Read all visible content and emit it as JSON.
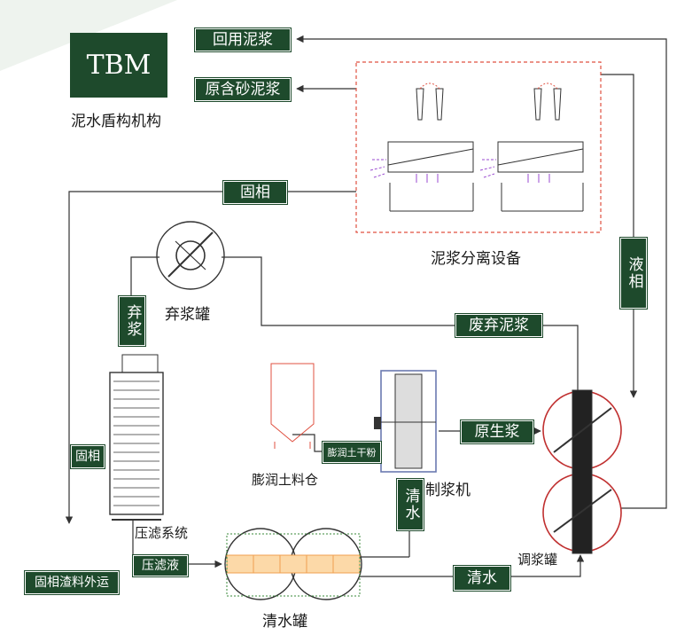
{
  "tbm": {
    "title": "TBM",
    "caption": "泥水盾构机构"
  },
  "labels": {
    "recycled_slurry": "回用泥浆",
    "raw_sandy_slurry": "原含砂泥浆",
    "solid_phase_top": "固相",
    "liquid_phase": "液相",
    "waste_slurry": "废弃泥浆",
    "discard_slurry": "弃浆",
    "raw_slurry": "原生浆",
    "bentonite_powder": "膨润土干粉",
    "clear_water_mixer": "清水",
    "solid_phase_left": "固相",
    "filtrate": "压滤液",
    "clear_water_bottom": "清水",
    "solid_waste_out": "固相渣料外运"
  },
  "captions": {
    "separation_equipment": "泥浆分离设备",
    "discard_tank": "弃浆罐",
    "bentonite_silo": "膨润土料仓",
    "slurry_maker": "制浆机",
    "filter_press": "压滤系统",
    "clear_water_tank": "清水罐",
    "mixing_tank": "调浆罐"
  },
  "colors": {
    "label_bg": "#1e4a2c",
    "line": "#333333",
    "separation_border": "#e05040",
    "cyclone_accent": "#9a4ad0",
    "water_tank_accent": "#f0a050"
  }
}
